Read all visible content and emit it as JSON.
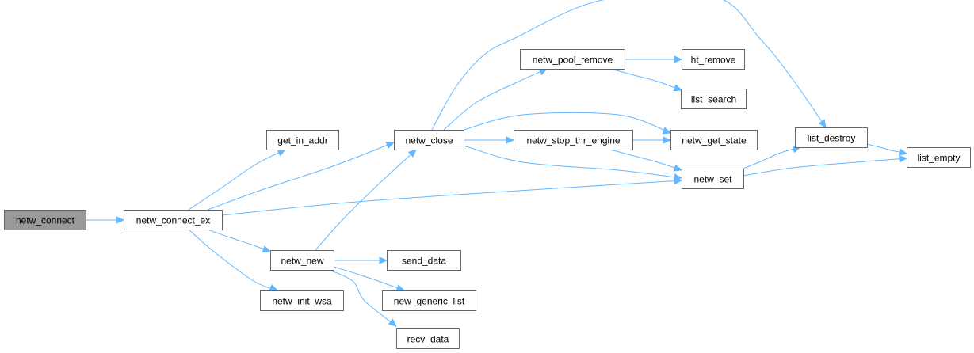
{
  "colors": {
    "edge": "#63b8ff",
    "root_fill": "#999999",
    "node_fill": "#ffffff",
    "node_border": "#666666"
  },
  "nodes": [
    {
      "id": "netw_connect",
      "label": "netw_connect",
      "root": true
    },
    {
      "id": "netw_connect_ex",
      "label": "netw_connect_ex"
    },
    {
      "id": "get_in_addr",
      "label": "get_in_addr"
    },
    {
      "id": "netw_close",
      "label": "netw_close"
    },
    {
      "id": "netw_new",
      "label": "netw_new"
    },
    {
      "id": "netw_init_wsa",
      "label": "netw_init_wsa"
    },
    {
      "id": "netw_pool_remove",
      "label": "netw_pool_remove"
    },
    {
      "id": "netw_stop_thr_engine",
      "label": "netw_stop_thr_engine"
    },
    {
      "id": "ht_remove",
      "label": "ht_remove"
    },
    {
      "id": "list_search",
      "label": "list_search"
    },
    {
      "id": "netw_get_state",
      "label": "netw_get_state"
    },
    {
      "id": "netw_set",
      "label": "netw_set"
    },
    {
      "id": "list_destroy",
      "label": "list_destroy"
    },
    {
      "id": "list_empty",
      "label": "list_empty"
    },
    {
      "id": "send_data",
      "label": "send_data"
    },
    {
      "id": "new_generic_list",
      "label": "new_generic_list"
    },
    {
      "id": "recv_data",
      "label": "recv_data"
    }
  ],
  "edges": [
    {
      "from": "netw_connect",
      "to": "netw_connect_ex"
    },
    {
      "from": "netw_connect_ex",
      "to": "get_in_addr"
    },
    {
      "from": "netw_connect_ex",
      "to": "netw_close"
    },
    {
      "from": "netw_connect_ex",
      "to": "netw_set"
    },
    {
      "from": "netw_connect_ex",
      "to": "netw_new"
    },
    {
      "from": "netw_connect_ex",
      "to": "netw_init_wsa"
    },
    {
      "from": "netw_close",
      "to": "list_destroy"
    },
    {
      "from": "netw_close",
      "to": "netw_pool_remove"
    },
    {
      "from": "netw_close",
      "to": "netw_get_state"
    },
    {
      "from": "netw_close",
      "to": "netw_stop_thr_engine"
    },
    {
      "from": "netw_close",
      "to": "netw_set"
    },
    {
      "from": "netw_pool_remove",
      "to": "ht_remove"
    },
    {
      "from": "netw_pool_remove",
      "to": "list_search"
    },
    {
      "from": "netw_stop_thr_engine",
      "to": "netw_get_state"
    },
    {
      "from": "netw_stop_thr_engine",
      "to": "netw_set"
    },
    {
      "from": "netw_set",
      "to": "list_destroy"
    },
    {
      "from": "netw_set",
      "to": "list_empty"
    },
    {
      "from": "list_destroy",
      "to": "list_empty"
    },
    {
      "from": "netw_new",
      "to": "netw_close"
    },
    {
      "from": "netw_new",
      "to": "send_data"
    },
    {
      "from": "netw_new",
      "to": "new_generic_list"
    },
    {
      "from": "netw_new",
      "to": "recv_data"
    }
  ]
}
